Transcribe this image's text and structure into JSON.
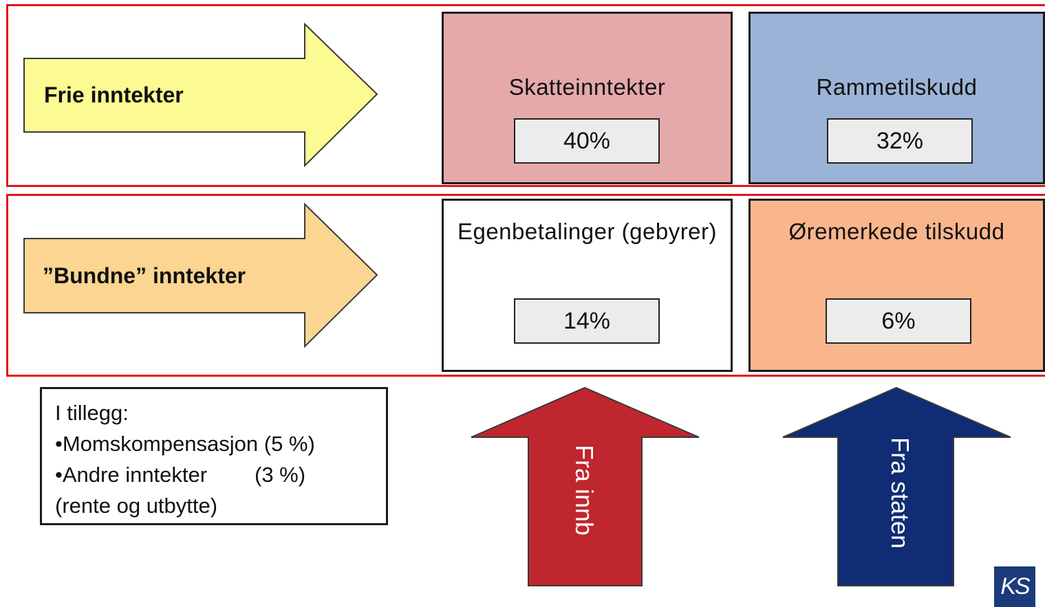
{
  "colors": {
    "frame": "#e3141b",
    "frie_arrow": "#fbfa93",
    "bundne_arrow": "#fbd591",
    "skatt": "#e5a9aa",
    "ramme": "#9bb3d6",
    "egen": "#ffffff",
    "oremerkede": "#f9b68d",
    "fra_innb_arrow": "#c0262d",
    "fra_staten_arrow": "#0f2c74"
  },
  "rows": {
    "frie": {
      "label": "Frie inntekter",
      "boxes": [
        {
          "title": "Skatteinntekter",
          "percent": "40%"
        },
        {
          "title": "Rammetilskudd",
          "percent": "32%"
        }
      ]
    },
    "bundne": {
      "label": "”Bundne” inntekter",
      "boxes": [
        {
          "title": "Egenbetalinger (gebyrer)",
          "percent": "14%"
        },
        {
          "title": "Øremerkede tilskudd",
          "percent": "6%"
        }
      ]
    }
  },
  "note": {
    "lines": [
      "I tillegg:",
      "•Momskompensasjon (5 %)",
      "•Andre inntekter        (3 %)",
      "(rente og utbytte)"
    ]
  },
  "sources": {
    "innb": "Fra innb",
    "staten": "Fra staten"
  },
  "logo": {
    "text": "KS"
  }
}
